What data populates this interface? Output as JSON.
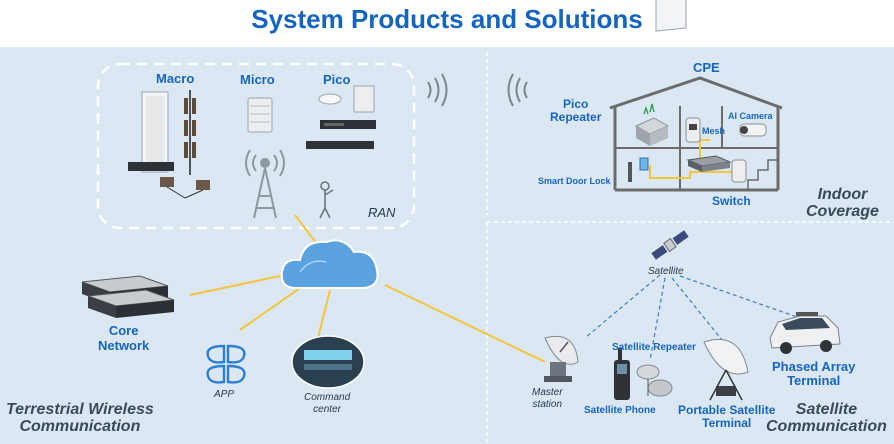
{
  "title": "System Products and Solutions",
  "labels": {
    "macro": "Macro",
    "micro": "Micro",
    "pico": "Pico",
    "ran": "RAN",
    "cpe": "CPE",
    "pico_repeater": [
      "Pico",
      "Repeater"
    ],
    "mesh": "Mesh",
    "ai_camera": "AI Camera",
    "smart_door_lock": "Smart Door Lock",
    "switch": "Switch",
    "satellite": "Satellite",
    "core_network": [
      "Core",
      "Network"
    ],
    "app": "APP",
    "command_center": [
      "Command",
      "center"
    ],
    "master_station": [
      "Master",
      "station"
    ],
    "satellite_repeater": "Satellite Repeater",
    "satellite_phone": "Satellite Phone",
    "portable_satellite_terminal": [
      "Portable Satellite",
      "Terminal"
    ],
    "phased_array_terminal": [
      "Phased Array",
      "Terminal"
    ]
  },
  "sections": {
    "indoor": [
      "Indoor",
      "Coverage"
    ],
    "terrestrial": [
      "Terrestrial Wireless",
      "Communication"
    ],
    "satellite": [
      "Satellite",
      "Communication"
    ]
  },
  "colors": {
    "title": "#1565c0",
    "background": "#dbe8f4",
    "link": "#f3c53b",
    "label_blue": "#1565c0"
  }
}
